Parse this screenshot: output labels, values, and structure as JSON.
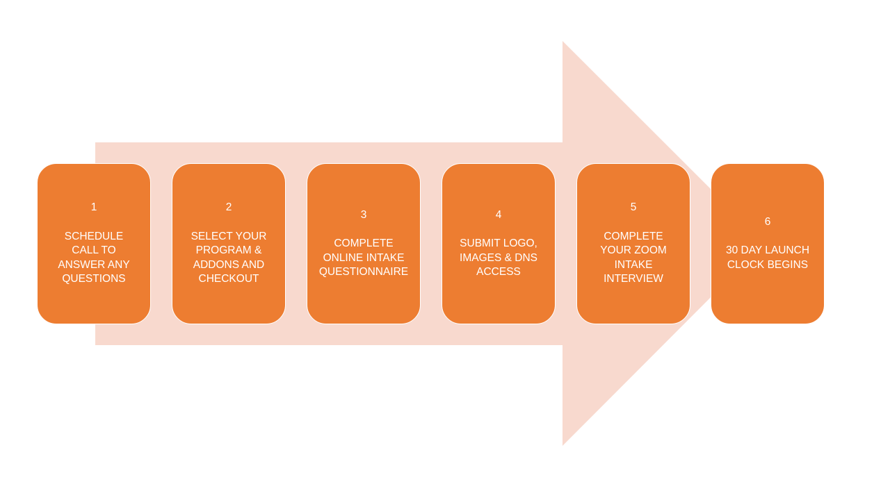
{
  "colors": {
    "arrow_fill": "#f8d9ce",
    "box_fill": "#ed7d31",
    "text": "#ffffff",
    "background": "#ffffff"
  },
  "steps": [
    {
      "number": "1",
      "label": "SCHEDULE CALL TO ANSWER ANY QUESTIONS"
    },
    {
      "number": "2",
      "label": "SELECT YOUR PROGRAM & ADDONS AND CHECKOUT"
    },
    {
      "number": "3",
      "label": "COMPLETE ONLINE INTAKE QUESTIONNAIRE"
    },
    {
      "number": "4",
      "label": "SUBMIT LOGO, IMAGES & DNS ACCESS"
    },
    {
      "number": "5",
      "label": "COMPLETE YOUR ZOOM INTAKE INTERVIEW"
    },
    {
      "number": "6",
      "label": "30 DAY LAUNCH CLOCK BEGINS"
    }
  ]
}
